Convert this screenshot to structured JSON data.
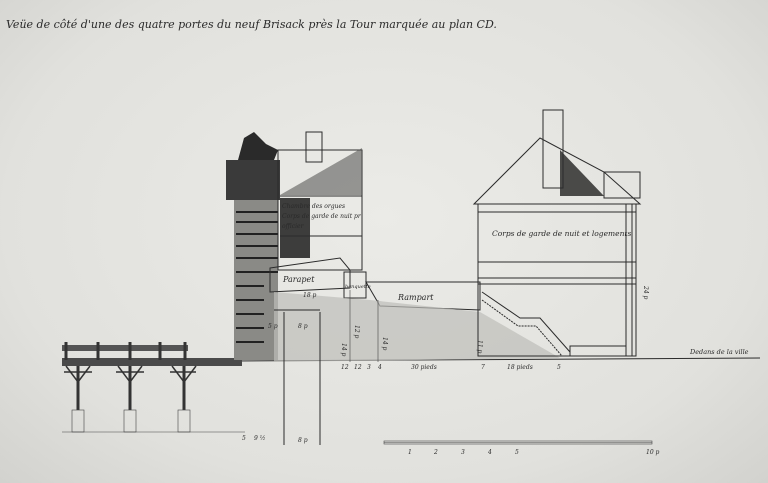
{
  "title": "Veüe de côté d'une des quatre portes du neuf Brisack près la Tour marquée au plan CD.",
  "labels": {
    "chambre": "Chambre des orgues",
    "corps_nuit_left": "Corps de garde de nuit pr",
    "officier": "officier",
    "parapet": "Parapet",
    "banquette": "banquette",
    "rampart": "Rampart",
    "corps_garde": "Corps de garde de nuit et logements",
    "dedans": "Dedans de la ville"
  },
  "dimensions": {
    "d_5p": "5 p",
    "d_8p": "8 p",
    "d_14p": "14 p",
    "d_18p": "18 p",
    "d_12p": "12 p",
    "d_14p_b": "14 p",
    "d_11p": "11 p",
    "d_24p": "24 p",
    "d_9half": "9 ½",
    "d_8p_b": "8 p",
    "d_5_b": "5",
    "base_12a": "12",
    "base_12b": "12",
    "base_3": "3",
    "base_4": "4",
    "base_30": "30 pieds",
    "base_7": "7",
    "base_18": "18 pieds",
    "base_5": "5"
  },
  "scale": {
    "ticks": [
      "1",
      "2",
      "3",
      "4",
      "5"
    ],
    "end": "10 p"
  }
}
